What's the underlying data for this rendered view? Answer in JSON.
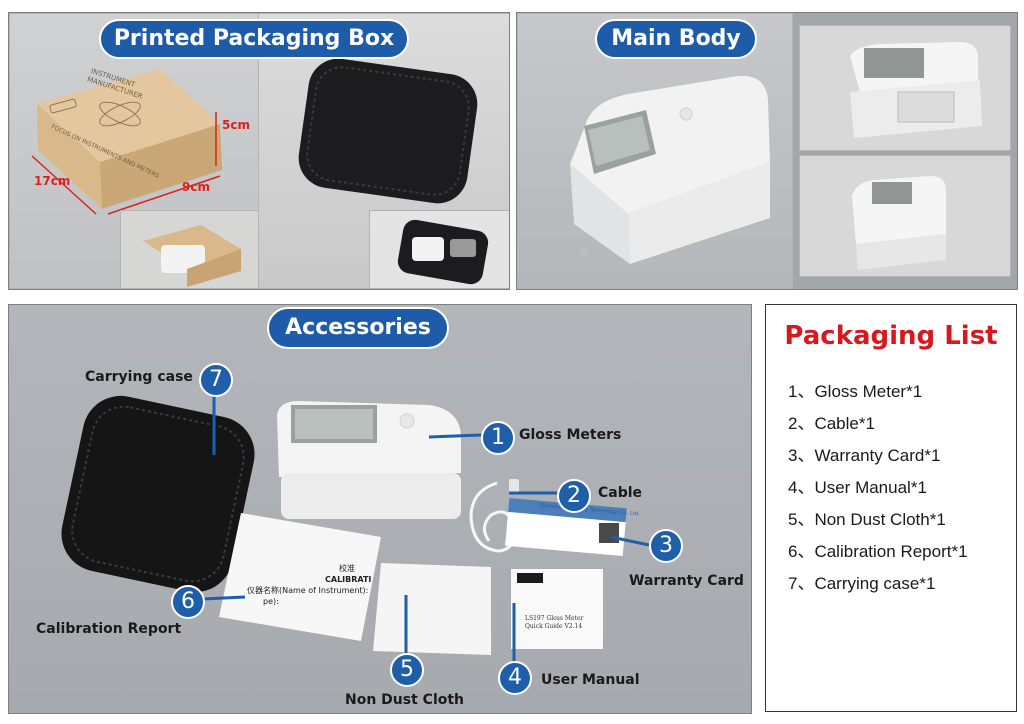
{
  "sections": {
    "packaging_box": "Printed Packaging Box",
    "main_body": "Main Body",
    "accessories": "Accessories"
  },
  "dimensions": {
    "length": "17cm",
    "width": "9cm",
    "height": "5cm"
  },
  "box_print": {
    "line1": "INSTRUMENT",
    "line2": "MANUFACTURER",
    "line3": "FOCUS ON INSTRUMENTS AND METERS"
  },
  "callouts": [
    {
      "num": "1",
      "label": "Gloss Meters"
    },
    {
      "num": "2",
      "label": "Cable"
    },
    {
      "num": "3",
      "label": "Warranty Card"
    },
    {
      "num": "4",
      "label": "User Manual"
    },
    {
      "num": "5",
      "label": "Non Dust Cloth"
    },
    {
      "num": "6",
      "label": "Calibration Report"
    },
    {
      "num": "7",
      "label": "Carrying case"
    }
  ],
  "calibration_doc": {
    "title_cn": "校准",
    "title_en": "CALIBRATI",
    "field": "仪器名称(Name of Instrument):",
    "field2": "pe):"
  },
  "manual_doc": {
    "line1": "LS197 Gloss Meter",
    "line2": "Quick Guide V2.14"
  },
  "warranty_doc": {
    "text": "Shenzhen Linshang Technology Co., Ltd."
  },
  "packaging_list": {
    "title": "Packaging List",
    "items": [
      "1、Gloss Meter*1",
      "2、Cable*1",
      "3、Warranty Card*1",
      "4、User Manual*1",
      "5、Non Dust Cloth*1",
      "6、Calibration Report*1",
      "7、Carrying case*1"
    ]
  },
  "colors": {
    "pill": "#1e5ba8",
    "title_red": "#d7191f",
    "dim_red": "#e0201b",
    "panel": "#9ea1a6"
  }
}
